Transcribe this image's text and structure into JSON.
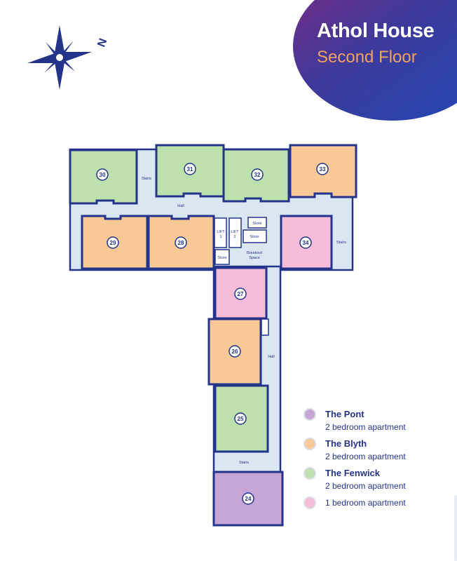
{
  "header": {
    "title": "Athol House",
    "subtitle": "Second Floor"
  },
  "compass": {
    "letter": "N",
    "icon": "compass-star-icon"
  },
  "units": [
    {
      "number": "30",
      "type": "fenwick"
    },
    {
      "number": "31",
      "type": "fenwick"
    },
    {
      "number": "32",
      "type": "fenwick"
    },
    {
      "number": "33",
      "type": "blyth"
    },
    {
      "number": "29",
      "type": "blyth"
    },
    {
      "number": "28",
      "type": "blyth"
    },
    {
      "number": "34",
      "type": "one-bed"
    },
    {
      "number": "27",
      "type": "one-bed"
    },
    {
      "number": "26",
      "type": "blyth"
    },
    {
      "number": "25",
      "type": "fenwick"
    },
    {
      "number": "24",
      "type": "pont"
    }
  ],
  "labels": {
    "stairs_top": "Stairs",
    "hall_top": "Hall",
    "store_1": "Store",
    "store_2": "Store",
    "store_3": "Store",
    "lift_1": "LIFT 1",
    "lift_2": "LIFT 2",
    "breakout": "Breakout Space",
    "stairs_right": "Stairs",
    "hall_vertical": "Hall",
    "stairs_bottom": "Stairs"
  },
  "legend": [
    {
      "name": "The Pont",
      "desc": "2 bedroom apartment",
      "color": "#c5a6d6"
    },
    {
      "name": "The Blyth",
      "desc": "2 bedroom apartment",
      "color": "#f8c996"
    },
    {
      "name": "The Fenwick",
      "desc": "2 bedroom apartment",
      "color": "#bde0ac"
    },
    {
      "name": "",
      "desc": "1 bedroom apartment",
      "color": "#f6bcd8"
    }
  ],
  "colors": {
    "outline": "#23348a",
    "corridor": "#dbe6f3",
    "fenwick": "#bde0ac",
    "blyth": "#f8c996",
    "one-bed": "#f6bcd8",
    "pont": "#c5a6d6",
    "header_start": "#7a2a86",
    "header_end": "#2a48b4"
  }
}
